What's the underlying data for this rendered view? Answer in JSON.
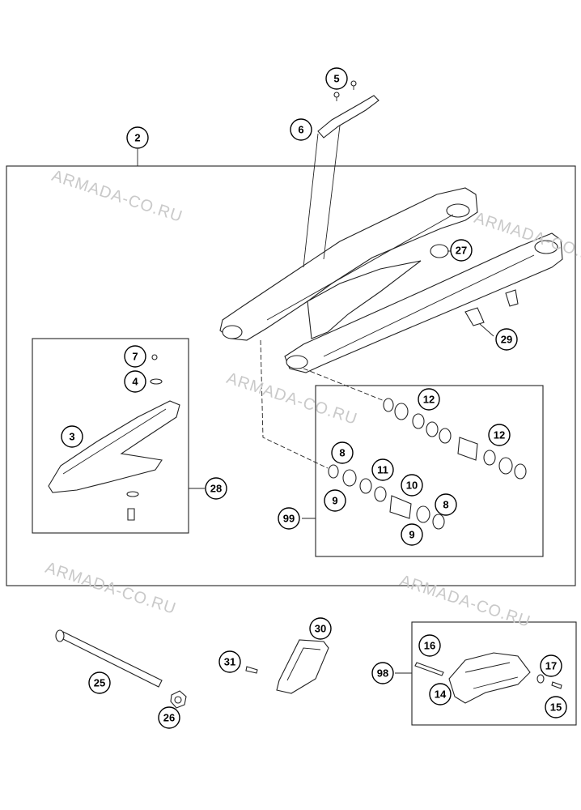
{
  "watermarks": [
    "ARMADA-CO.RU",
    "ARMADA-CO.RU",
    "ARMADA-CO.RU",
    "ARMADA-CO.RU",
    "ARMADA-CO.RU"
  ],
  "callouts": {
    "c2": "2",
    "c3": "3",
    "c4": "4",
    "c5": "5",
    "c6": "6",
    "c7": "7",
    "c8a": "8",
    "c8b": "8",
    "c9a": "9",
    "c9b": "9",
    "c10": "10",
    "c11": "11",
    "c12a": "12",
    "c12b": "12",
    "c14": "14",
    "c15": "15",
    "c16": "16",
    "c17": "17",
    "c25": "25",
    "c26": "26",
    "c27": "27",
    "c28": "28",
    "c29": "29",
    "c30": "30",
    "c31": "31",
    "c98": "98",
    "c99": "99"
  }
}
